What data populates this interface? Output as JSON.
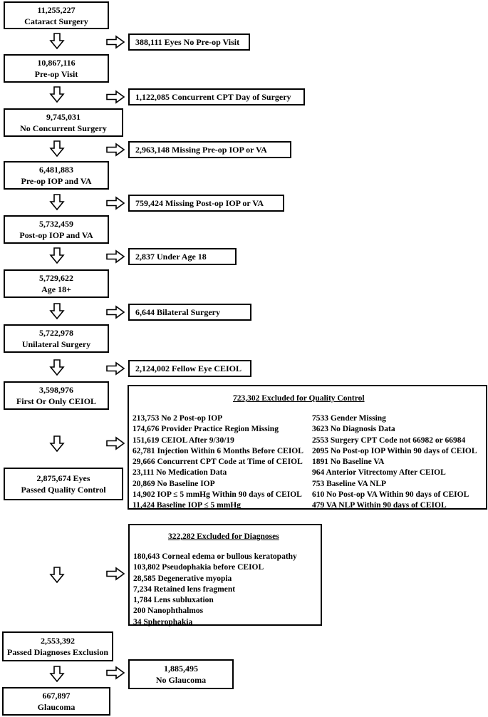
{
  "main_steps": [
    {
      "count": "11,255,227",
      "label": "Cataract Surgery"
    },
    {
      "count": "10,867,116",
      "label": "Pre-op Visit"
    },
    {
      "count": "9,745,031",
      "label": "No Concurrent Surgery"
    },
    {
      "count": "6,481,883",
      "label": "Pre-op IOP and VA"
    },
    {
      "count": "5,732,459",
      "label": "Post-op IOP and VA"
    },
    {
      "count": "5,729,622",
      "label": "Age 18+"
    },
    {
      "count": "5,722,978",
      "label": "Unilateral Surgery"
    },
    {
      "count": "3,598,976",
      "label": "First Or Only CEIOL"
    },
    {
      "count": "2,875,674 Eyes",
      "label": "Passed Quality Control"
    },
    {
      "count": "2,553,392",
      "label": "Passed Diagnoses Exclusion"
    },
    {
      "count": "667,897",
      "label": "Glaucoma"
    }
  ],
  "exclusions": [
    "388,111 Eyes No Pre-op Visit",
    "1,122,085 Concurrent CPT Day of Surgery",
    "2,963,148 Missing Pre-op IOP or VA",
    "759,424 Missing Post-op IOP or VA",
    "2,837 Under Age 18",
    "6,644 Bilateral Surgery",
    "2,124,002 Fellow Eye CEIOL"
  ],
  "quality_control": {
    "title": "723,302 Excluded for Quality Control",
    "left": [
      "213,753 No 2 Post-op IOP",
      "174,676 Provider Practice Region Missing",
      "151,619 CEIOL After 9/30/19",
      "62,781 Injection Within 6 Months Before CEIOL",
      "29,666 Concurrent CPT Code at Time of CEIOL",
      "23,111 No Medication Data",
      "20,869 No Baseline IOP",
      "14,902 IOP ≤ 5 mmHg Within 90 days of CEIOL",
      "11,424 Baseline IOP ≤ 5 mmHg"
    ],
    "right": [
      "7533 Gender Missing",
      "3623 No Diagnosis Data",
      "2553 Surgery CPT Code not 66982 or 66984",
      "2095 No Post-op IOP Within 90 days of CEIOL",
      "1891 No Baseline VA",
      "964 Anterior Vitrectomy After CEIOL",
      "753 Baseline VA NLP",
      "610 No Post-op VA Within 90 days of CEIOL",
      "479 VA NLP Within 90 days of CEIOL"
    ]
  },
  "diagnoses": {
    "title": "322,282 Excluded for Diagnoses",
    "items": [
      "180,643 Corneal edema or bullous keratopathy",
      "103,802 Pseudophakia before CEIOL",
      "28,585 Degenerative myopia",
      "7,234 Retained lens fragment",
      "1,784 Lens subluxation",
      "200 Nanophthalmos",
      "34 Spherophakia"
    ]
  },
  "glaucoma_split": {
    "count": "1,885,495",
    "label": "No Glaucoma"
  }
}
